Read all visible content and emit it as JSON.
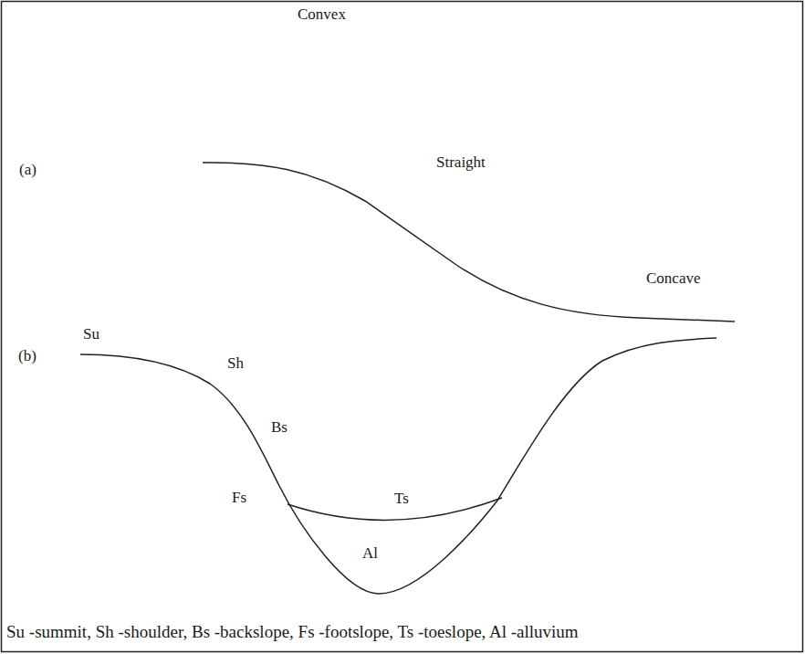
{
  "diagram": {
    "caption": "Su -summit, Sh -shoulder, Bs -backslope, Fs -footslope, Ts -toeslope, Al -alluvium",
    "labels": [
      "Convex",
      "Straight",
      "(a)",
      "Concave",
      "Su",
      "Sh",
      "Bs",
      "(b)",
      "Fs",
      "Ts",
      "Al"
    ]
  }
}
